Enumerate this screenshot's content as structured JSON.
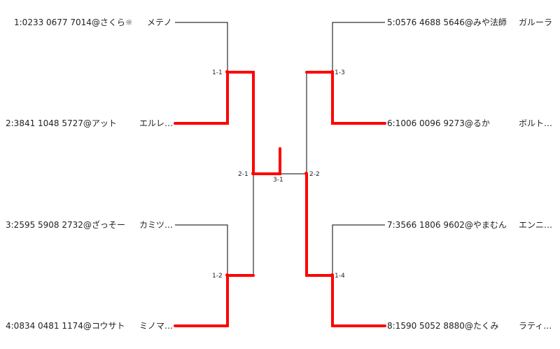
{
  "entries": [
    {
      "player": "1:0233 0677 7014@さくら☼",
      "pokemon": "メテノ"
    },
    {
      "player": "2:3841 1048 5727@アット",
      "pokemon": "エルレ…"
    },
    {
      "player": "3:2595 5908 2732@ざっそー",
      "pokemon": "カミツ…"
    },
    {
      "player": "4:0834 0481 1174@コウサト",
      "pokemon": "ミノマ…"
    },
    {
      "player": "5:0576 4688 5646@みや法師",
      "pokemon": "ガルーラ"
    },
    {
      "player": "6:1006 0096 9273@るか",
      "pokemon": "ボルト…"
    },
    {
      "player": "7:3566 1806 9602@やまむん",
      "pokemon": "エンニ…"
    },
    {
      "player": "8:1590 5052 8880@たくみ",
      "pokemon": "ラティ…"
    }
  ],
  "matches": [
    "1-1",
    "1-2",
    "1-3",
    "1-4",
    "2-1",
    "2-2",
    "3-1"
  ],
  "colors": {
    "winner_line": "#ff0000",
    "line": "#000000"
  }
}
